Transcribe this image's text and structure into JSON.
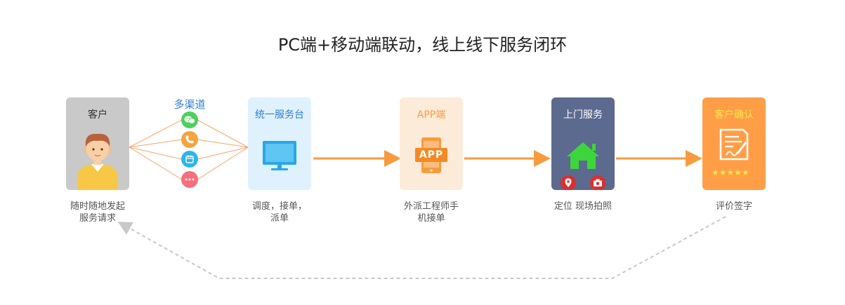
{
  "title": "PC端+移动端联动，线上线下服务闭环",
  "channel_title": "多渠道",
  "channels": [
    {
      "icon": "wechat-icon",
      "color": "#4cd05a"
    },
    {
      "icon": "phone-icon",
      "color": "#f5a33b"
    },
    {
      "icon": "calendar-icon",
      "color": "#2ab6ef"
    },
    {
      "icon": "more-icon",
      "color": "#f56f7e"
    }
  ],
  "steps": [
    {
      "title": "客户",
      "caption": "随时随地发起\n服务请求",
      "color": "#c9c9c9"
    },
    {
      "title": "统一服务台",
      "caption": "调度，接单，\n派单",
      "color": "#dff1fc"
    },
    {
      "title": "APP端",
      "caption": "外派工程师手\n机接单",
      "color": "#fdebd9"
    },
    {
      "title": "上门服务",
      "caption": "定位 现场拍照",
      "color": "#5c6a8f"
    },
    {
      "title": "客户确认",
      "caption": "评价签字",
      "color": "#ff9e47"
    }
  ],
  "app_label": "APP",
  "accent": "#f79b3e",
  "loop_color": "#c8c8c8"
}
